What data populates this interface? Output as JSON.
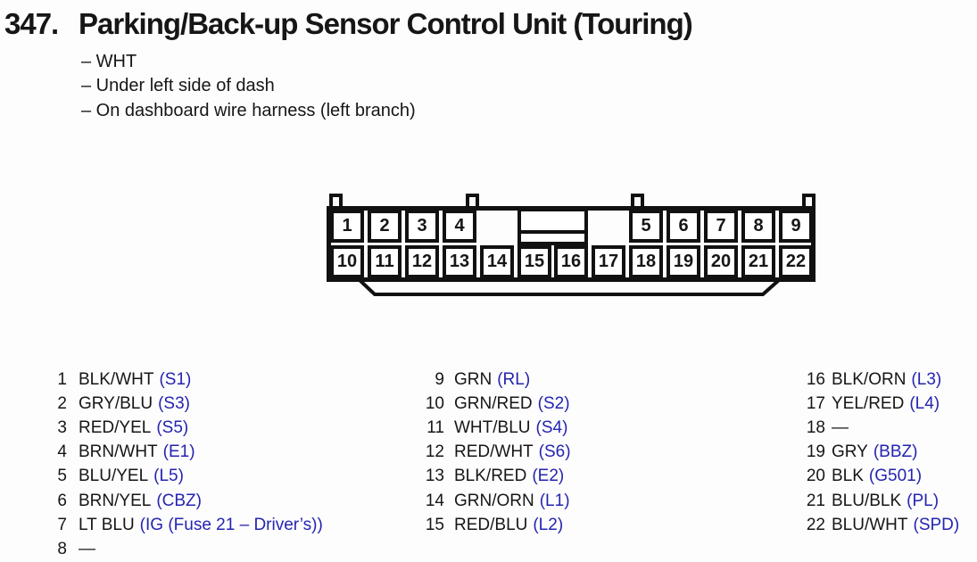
{
  "palette": {
    "code_blue": "#2424b2",
    "line_black": "#111111"
  },
  "header": {
    "number": "347.",
    "title": "Parking/Back-up Sensor Control Unit (Touring)",
    "notes": [
      "– WHT",
      "– Under left side of dash",
      "– On dashboard wire harness (left branch)"
    ]
  },
  "connector": {
    "pins": [
      "1",
      "2",
      "3",
      "4",
      "5",
      "6",
      "7",
      "8",
      "9",
      "10",
      "11",
      "12",
      "13",
      "14",
      "15",
      "16",
      "17",
      "18",
      "19",
      "20",
      "21",
      "22"
    ]
  },
  "pin_list": {
    "col1": [
      {
        "pin": "1",
        "color": "BLK/WHT",
        "code": "(S1)"
      },
      {
        "pin": "2",
        "color": "GRY/BLU",
        "code": "(S3)"
      },
      {
        "pin": "3",
        "color": "RED/YEL",
        "code": "(S5)"
      },
      {
        "pin": "4",
        "color": "BRN/WHT",
        "code": "(E1)"
      },
      {
        "pin": "5",
        "color": "BLU/YEL",
        "code": "(L5)"
      },
      {
        "pin": "6",
        "color": "BRN/YEL",
        "code": "(CBZ)"
      },
      {
        "pin": "7",
        "color": "LT BLU",
        "code": "(IG (Fuse 21 – Driver’s))"
      },
      {
        "pin": "8",
        "color": "—",
        "code": ""
      }
    ],
    "col2": [
      {
        "pin": "9",
        "color": "GRN",
        "code": "(RL)"
      },
      {
        "pin": "10",
        "color": "GRN/RED",
        "code": "(S2)"
      },
      {
        "pin": "11",
        "color": "WHT/BLU",
        "code": "(S4)"
      },
      {
        "pin": "12",
        "color": "RED/WHT",
        "code": "(S6)"
      },
      {
        "pin": "13",
        "color": "BLK/RED",
        "code": "(E2)"
      },
      {
        "pin": "14",
        "color": "GRN/ORN",
        "code": "(L1)"
      },
      {
        "pin": "15",
        "color": "RED/BLU",
        "code": "(L2)"
      }
    ],
    "col3": [
      {
        "pin": "16",
        "color": "BLK/ORN",
        "code": "(L3)"
      },
      {
        "pin": "17",
        "color": "YEL/RED",
        "code": "(L4)"
      },
      {
        "pin": "18",
        "color": "—",
        "code": ""
      },
      {
        "pin": "19",
        "color": "GRY",
        "code": "(BBZ)"
      },
      {
        "pin": "20",
        "color": "BLK",
        "code": "(G501)"
      },
      {
        "pin": "21",
        "color": "BLU/BLK",
        "code": "(PL)"
      },
      {
        "pin": "22",
        "color": "BLU/WHT",
        "code": "(SPD)"
      }
    ]
  }
}
